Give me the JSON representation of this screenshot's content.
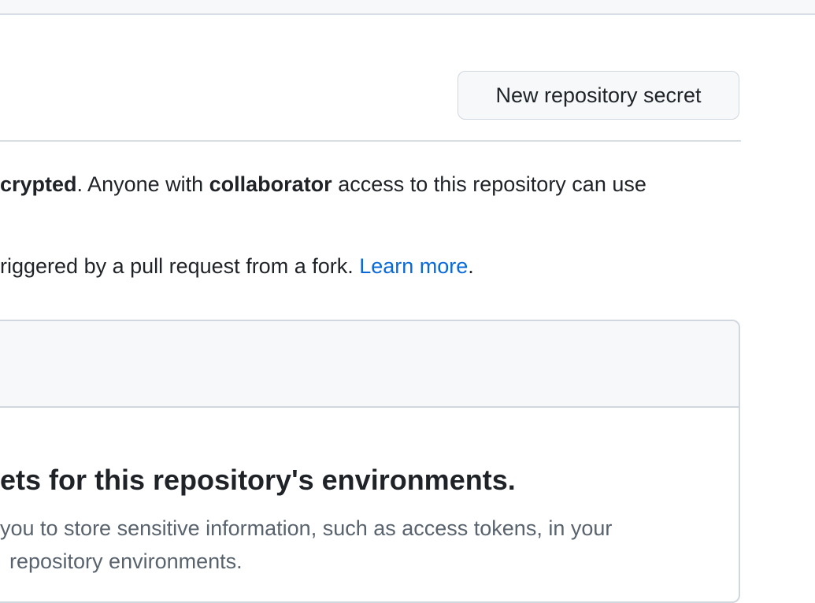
{
  "header": {
    "new_secret_button": "New repository secret"
  },
  "intro": {
    "line1_part1": "crypted",
    "line1_part2": ". Anyone with ",
    "line1_bold": "collaborator",
    "line1_part3": " access to this repository can use",
    "line2_text": "riggered by a pull request from a fork. ",
    "line2_link": "Learn more",
    "line2_end": "."
  },
  "environment_secrets": {
    "blankslate_title": "ets for this repository's environments.",
    "blankslate_desc_line1": "you to store sensitive information, such as access tokens, in your",
    "blankslate_desc_line2": "repository environments."
  },
  "colors": {
    "accent_link": "#0969da",
    "border": "#d0d7de",
    "subtle_bg": "#f6f8fa",
    "text": "#1f2328",
    "muted_text": "#59636e"
  }
}
